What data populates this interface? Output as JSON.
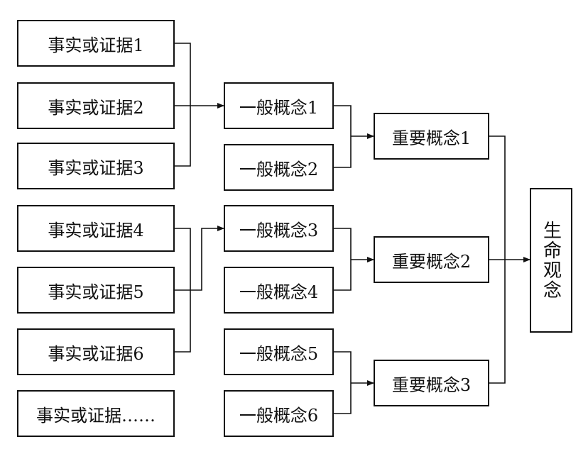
{
  "evidence": [
    "事实或证据1",
    "事实或证据2",
    "事实或证据3",
    "事实或证据4",
    "事实或证据5",
    "事实或证据6",
    "事实或证据……"
  ],
  "general_concepts": [
    "一般概念1",
    "一般概念2",
    "一般概念3",
    "一般概念4",
    "一般概念5",
    "一般概念6"
  ],
  "important_concepts": [
    "重要概念1",
    "重要概念2",
    "重要概念3"
  ],
  "life_concept": "生命观念",
  "colors": {
    "stroke": "#111111",
    "background": "#ffffff"
  }
}
